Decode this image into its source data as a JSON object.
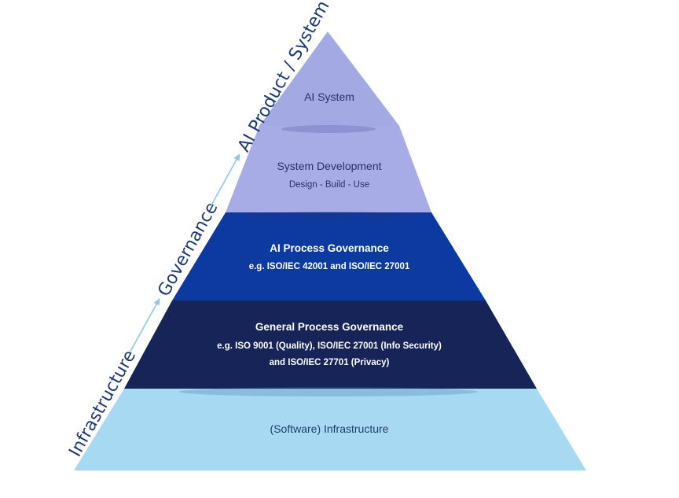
{
  "side_axis": {
    "labels": [
      "Infrastructure",
      "Governance",
      "AI Product / System"
    ]
  },
  "pyramid": {
    "layers": [
      {
        "title": "AI System",
        "subtitle": "",
        "color": "#a3a9e3",
        "text_color": "#2b2f66"
      },
      {
        "title": "System Development",
        "subtitle": "Design - Build - Use",
        "color": "#a8ace6",
        "text_color": "#2b2f66"
      },
      {
        "title": "AI Process Governance",
        "subtitle": "e.g. ISO/IEC 42001 and ISO/IEC 27001",
        "color": "#0c3aa0",
        "text_color": "#ffffff"
      },
      {
        "title": "General Process Governance",
        "subtitle": "e.g. ISO 9001 (Quality), ISO/IEC 27001 (Info Security)",
        "subtitle2": "and ISO/IEC 27701 (Privacy)",
        "color": "#172457",
        "text_color": "#ffffff"
      },
      {
        "title": "(Software) Infrastructure",
        "subtitle": "",
        "color": "#a7d9f3",
        "text_color": "#1f3d6b"
      }
    ]
  },
  "colors": {
    "arrow": "#8fc8ee",
    "side_text": "#1c3a7a"
  }
}
